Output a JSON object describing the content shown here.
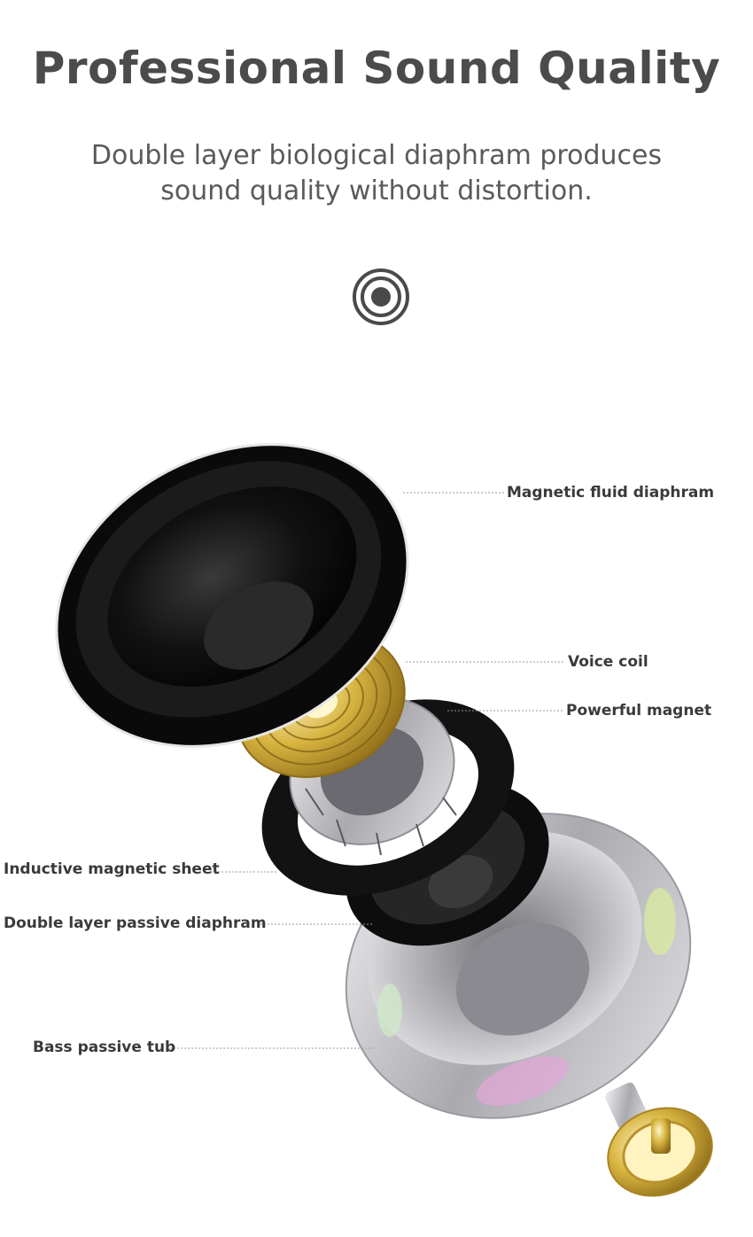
{
  "header": {
    "title": "Professional Sound Quality",
    "subtitle_line1": "Double layer biological diaphram produces",
    "subtitle_line2": "sound quality without distortion.",
    "icon": "target-icon"
  },
  "components": [
    {
      "id": "magnetic-fluid-diaphram",
      "label": "Magnetic fluid diaphram"
    },
    {
      "id": "voice-coil",
      "label": "Voice coil"
    },
    {
      "id": "powerful-magnet",
      "label": "Powerful magnet"
    },
    {
      "id": "inductive-magnetic-sheet",
      "label": "Inductive magnetic sheet"
    },
    {
      "id": "double-layer-passive-diaphram",
      "label": "Double layer passive diaphram"
    },
    {
      "id": "bass-passive-tub",
      "label": "Bass passive tub"
    }
  ],
  "colors": {
    "text_dark": "#4b4b4b",
    "label_text": "#3a3a3a",
    "coil_gold": "#d9b54a",
    "diaphragm_black": "#111111",
    "shell_silver": "#c8c8cc"
  }
}
